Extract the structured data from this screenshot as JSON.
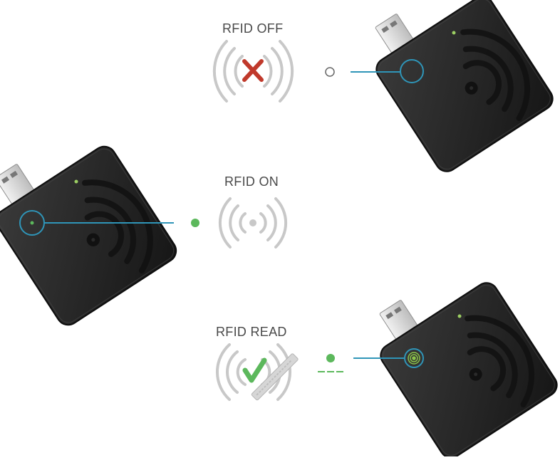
{
  "states": [
    {
      "label": "RFID OFF",
      "led": "off",
      "symbol": "cross-icon"
    },
    {
      "label": "RFID ON",
      "led": "on",
      "symbol": "none"
    },
    {
      "label": "RFID READ",
      "led": "read",
      "symbol": "check-icon"
    }
  ],
  "colors": {
    "callout_line": "#2f95b8",
    "led_green": "#5cb85c",
    "cross_red": "#c0392b",
    "check_green": "#5cb85c",
    "wave_gray": "#c8c8c8",
    "reader_body": "#222222",
    "text": "#4a4a4a"
  }
}
